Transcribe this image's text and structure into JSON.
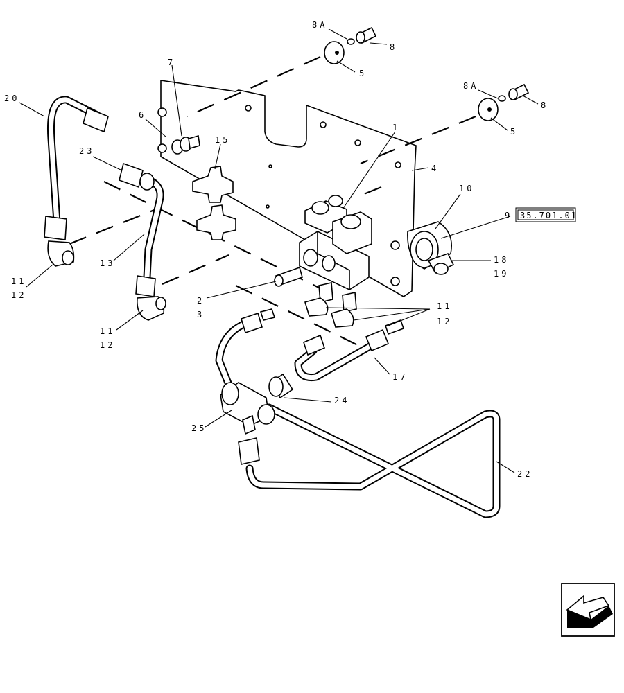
{
  "diagram": {
    "callouts": {
      "c1": "1",
      "c2": "2",
      "c3": "3",
      "c4": "4",
      "c5a": "5",
      "c5b": "5",
      "c6": "6",
      "c7": "7",
      "c8a": "8",
      "c8b": "8",
      "c8A_a": "8A",
      "c8A_b": "8A",
      "c9": "9",
      "c10": "10",
      "c11a": "11",
      "c12a": "12",
      "c11b": "11",
      "c12b": "12",
      "c11c": "11",
      "c12c": "12",
      "c13": "13",
      "c15": "15",
      "c17": "17",
      "c18": "18",
      "c19": "19",
      "c20": "20",
      "c22": "22",
      "c23": "23",
      "c24": "24",
      "c25": "25"
    },
    "reference": "35.701.01",
    "nav_icon": "arrow-nav-icon"
  }
}
